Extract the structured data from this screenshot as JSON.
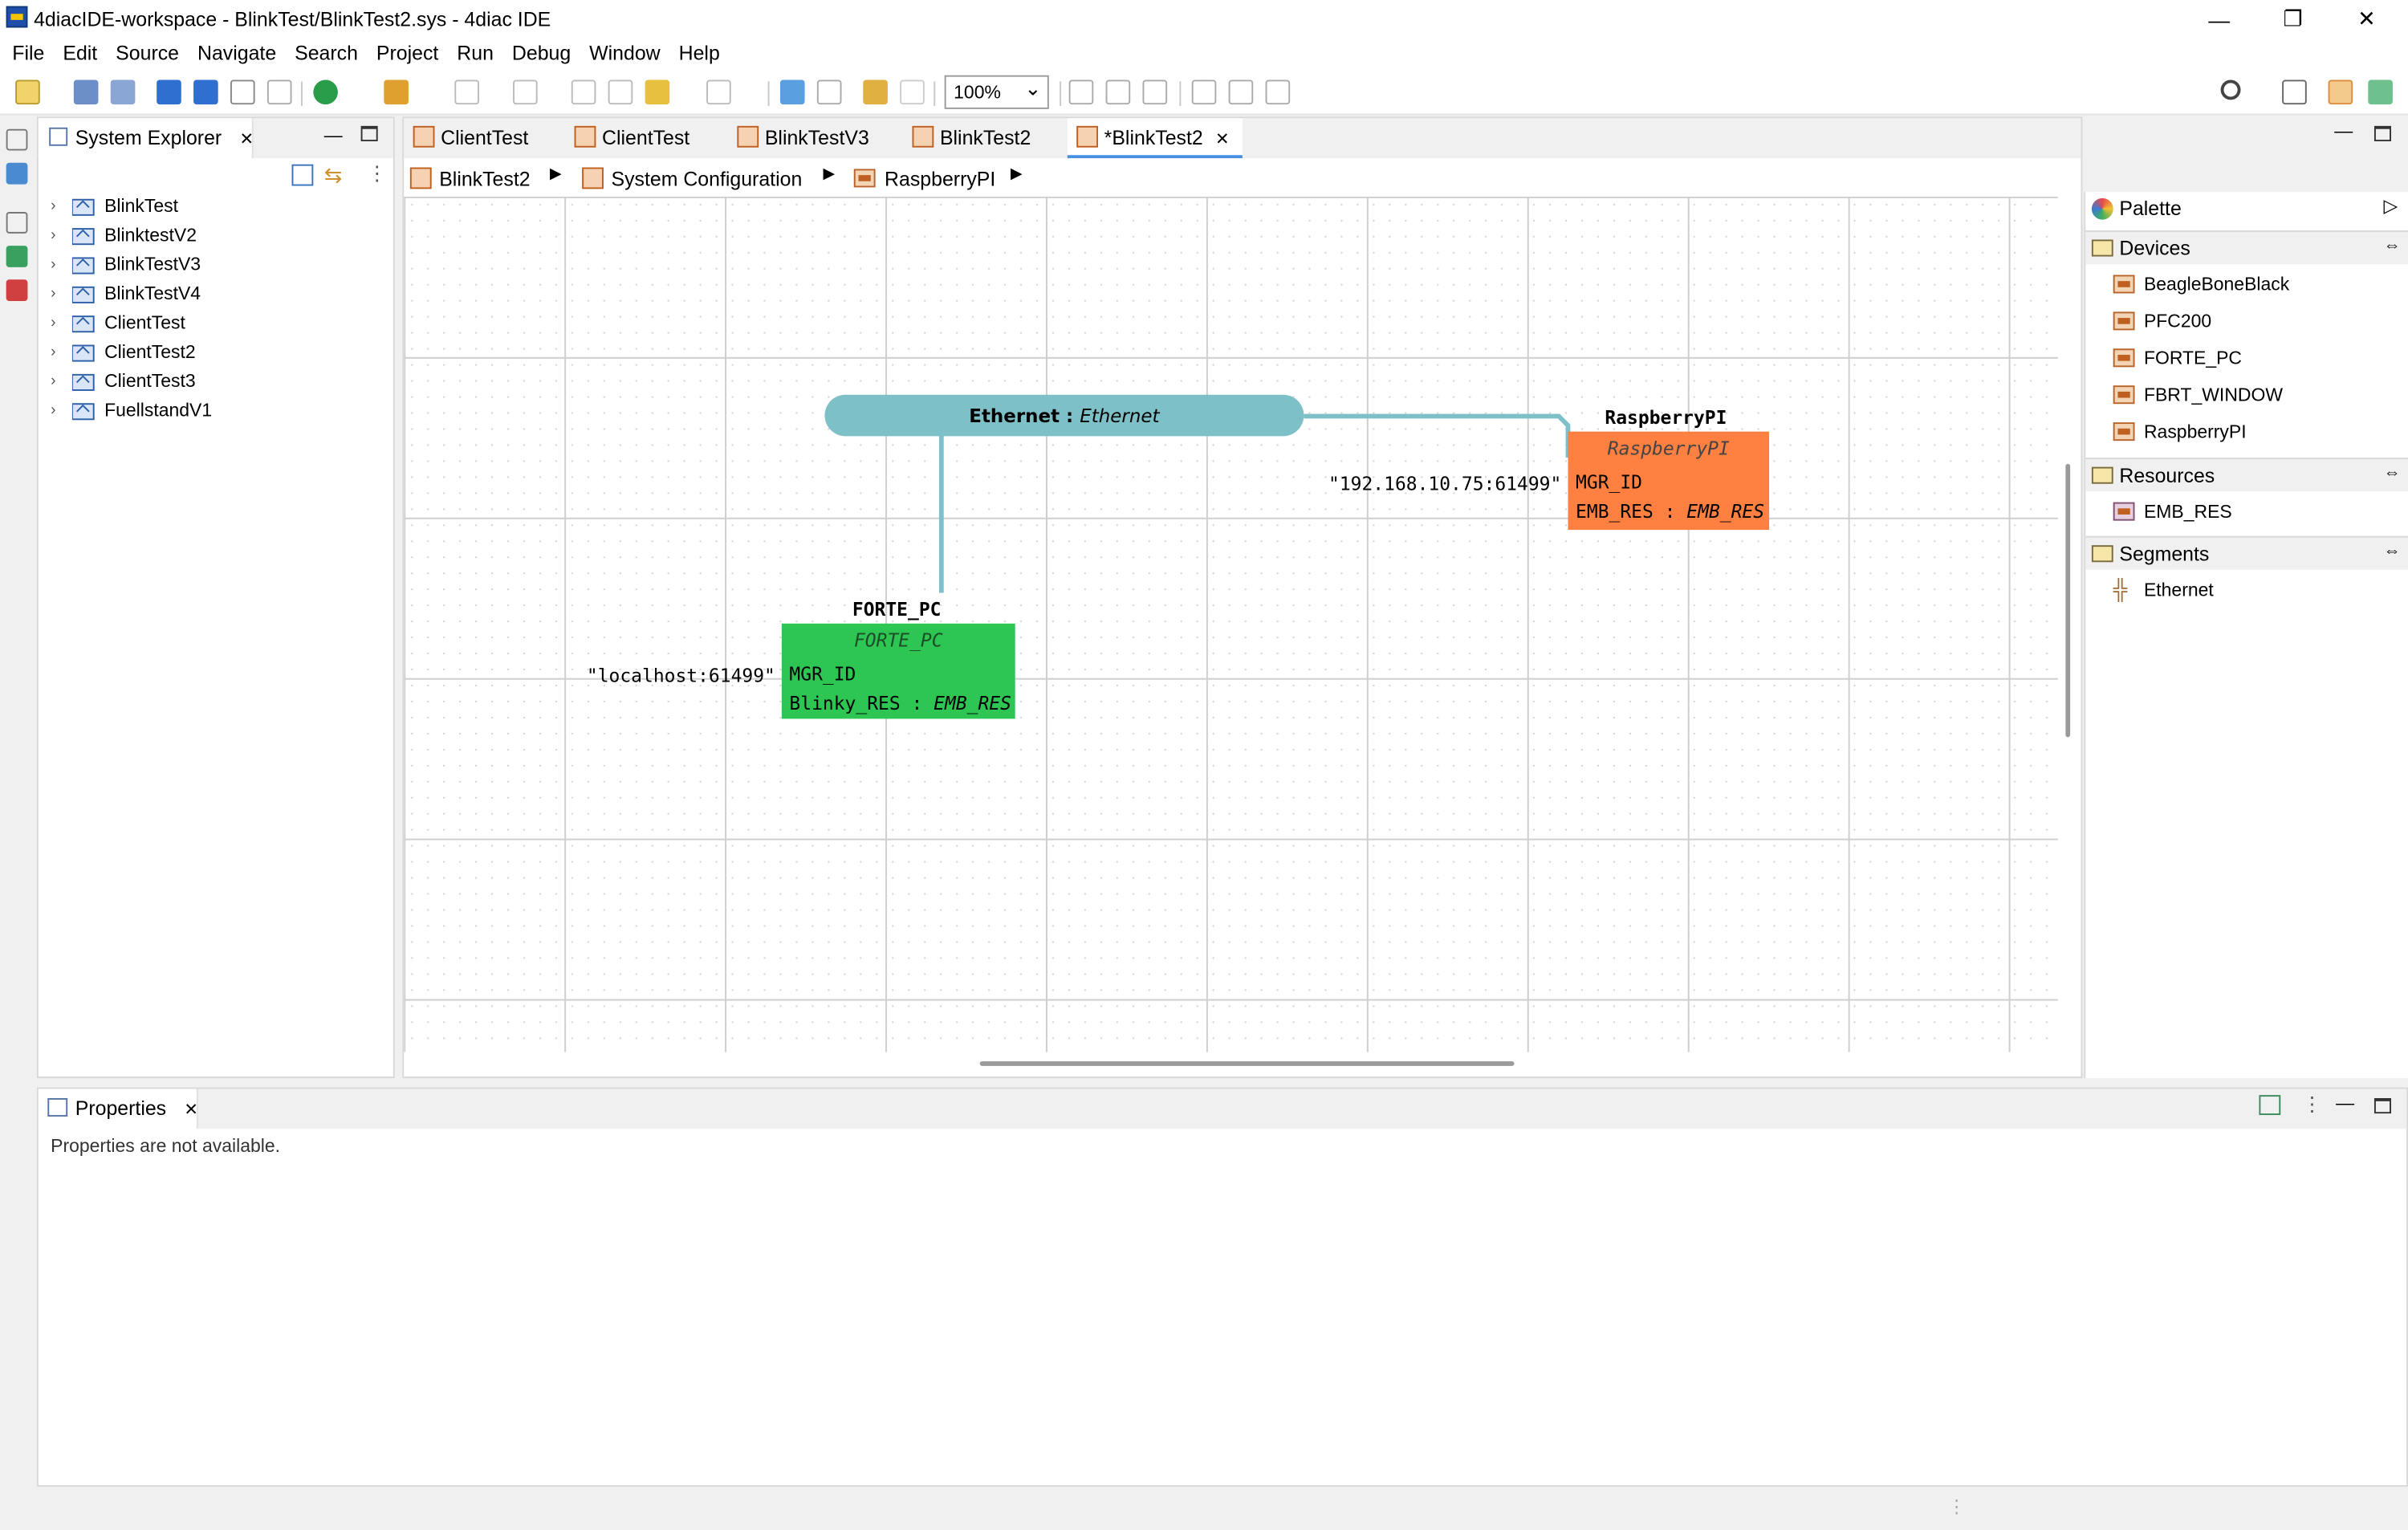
{
  "window": {
    "title": "4diacIDE-workspace - BlinkTest/BlinkTest2.sys - 4diac IDE",
    "minimize": "—",
    "restore": "❐",
    "close": "✕"
  },
  "menu": [
    "File",
    "Edit",
    "Source",
    "Navigate",
    "Search",
    "Project",
    "Run",
    "Debug",
    "Window",
    "Help"
  ],
  "toolbar": {
    "zoom": "100%"
  },
  "explorer": {
    "title": "System Explorer",
    "items": [
      "BlinkTest",
      "BlinktestV2",
      "BlinkTestV3",
      "BlinkTestV4",
      "ClientTest",
      "ClientTest2",
      "ClientTest3",
      "FuellstandV1"
    ]
  },
  "editor": {
    "tabs": [
      "ClientTest",
      "ClientTest",
      "BlinkTestV3",
      "BlinkTest2",
      "*BlinkTest2"
    ],
    "breadcrumb": [
      "BlinkTest2",
      "System Configuration",
      "RaspberryPI"
    ]
  },
  "canvas": {
    "segment": {
      "name": "Ethernet",
      "sep": " : ",
      "type": "Ethernet",
      "color": "#7ec0c8"
    },
    "raspberry": {
      "name": "RaspberryPI",
      "type": "RaspberryPI",
      "param_value": "\"192.168.10.75:61499\"",
      "param_name": "MGR_ID",
      "resource": "EMB_RES",
      "resource_sep": " : ",
      "resource_type": "EMB_RES",
      "color": "#ff8040"
    },
    "forte": {
      "name": "FORTE_PC",
      "type": "FORTE_PC",
      "param_value": "\"localhost:61499\"",
      "param_name": "MGR_ID",
      "resource": "Blinky_RES",
      "resource_sep": " : ",
      "resource_type": "EMB_RES",
      "color": "#2dc653"
    }
  },
  "palette": {
    "title": "Palette",
    "devices_title": "Devices",
    "devices": [
      "BeagleBoneBlack",
      "PFC200",
      "FORTE_PC",
      "FBRT_WINDOW",
      "RaspberryPI"
    ],
    "resources_title": "Resources",
    "resources": [
      "EMB_RES"
    ],
    "segments_title": "Segments",
    "segments": [
      "Ethernet"
    ]
  },
  "properties": {
    "title": "Properties",
    "message": "Properties are not available."
  }
}
